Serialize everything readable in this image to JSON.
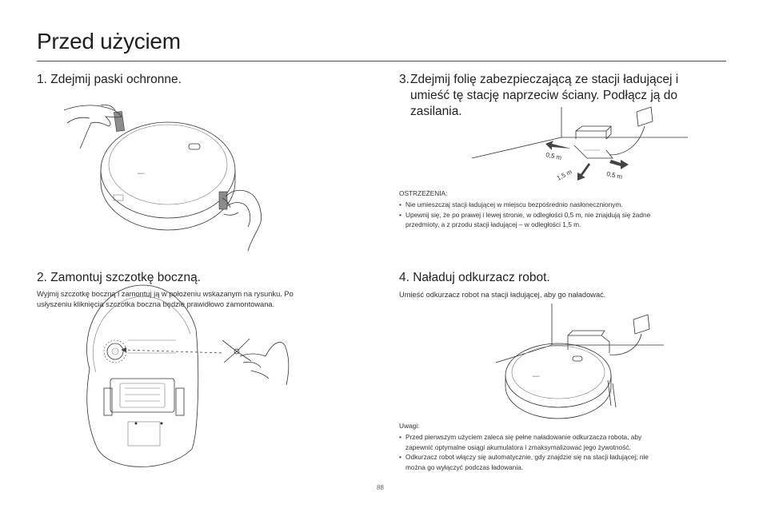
{
  "page": {
    "title": "Przed użyciem",
    "number": "88"
  },
  "step1": {
    "heading": "1. Zdejmij paski ochronne."
  },
  "step2": {
    "heading": "2. Zamontuj szczotkę boczną.",
    "text_lines": [
      "Wyjmij szczotkę boczną i zamontuj ją w położeniu wskazanym na rysunku. Po",
      "usłyszeniu kliknięcia szczotka boczna będzie prawidłowo zamontowana."
    ]
  },
  "step3": {
    "number": "3.",
    "heading_lines": [
      "Zdejmij folię zabezpieczającą ze stacji ładującej i",
      "umieść tę stację naprzeciw ściany. Podłącz ją do",
      "zasilania."
    ],
    "labels": {
      "left": "0,5 m",
      "front": "1,5 m",
      "right": "0,5 m"
    },
    "warning_title": "OSTRZEŻENIA:",
    "warnings": [
      [
        "Nie umieszczaj stacji ładującej w miejscu bezpośrednio nasłonecznionym."
      ],
      [
        "Upewnij się, że po prawej i lewej stronie, w odległości 0,5 m, nie znajdują się żadne",
        "przedmioty, a z przodu stacji ładującej – w odległości 1,5 m."
      ]
    ]
  },
  "step4": {
    "heading": "4. Naładuj odkurzacz robot.",
    "text": "Umieść odkurzacz robot na stacji ładującej, aby go naładować.",
    "notes_title": "Uwagi:",
    "notes": [
      [
        "Przed pierwszym użyciem zaleca się pełne naładowanie odkurzacza robota, aby",
        "zapewnić optymalne osiągi akumulatora i zmaksymalizować jego żywotność."
      ],
      [
        "Odkurzacz robot włączy się automatycznie, gdy znajdzie się na stacji ładującej; nie",
        "można go wyłączyć podczas ładowania."
      ]
    ]
  },
  "colors": {
    "arrow": "#444444",
    "tape": "#8c8c8c",
    "line": "#333333"
  }
}
